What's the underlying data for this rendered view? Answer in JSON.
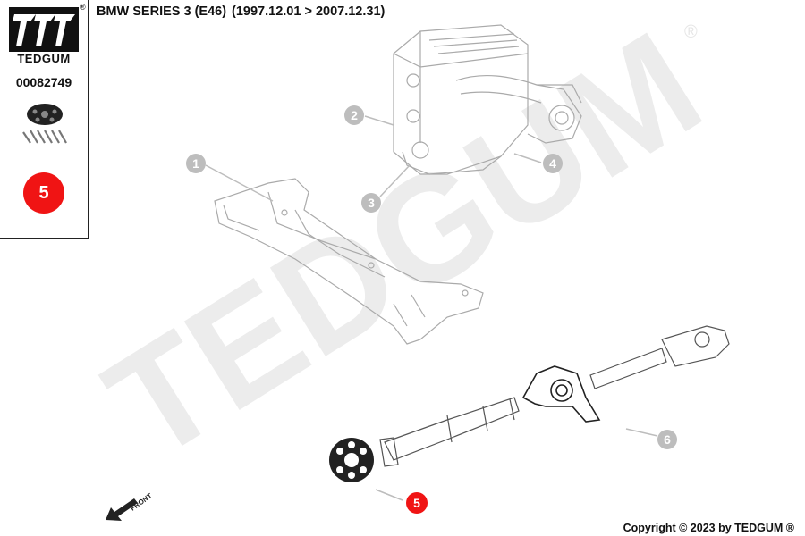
{
  "brand": {
    "name": "TEDGUM",
    "registered": "®"
  },
  "sidebar": {
    "part_number": "00082749",
    "position_badge": "5"
  },
  "header": {
    "vehicle": "BMW SERIES 3 (E46)",
    "period": "(1997.12.01 > 2007.12.31)"
  },
  "watermark": {
    "text": "TEDGUM",
    "registered": "®"
  },
  "callouts": [
    "1",
    "2",
    "3",
    "4",
    "5",
    "6"
  ],
  "front_label": "FRONT",
  "footer": {
    "copyright": "Copyright © 2023 by TEDGUM ®"
  },
  "colors": {
    "highlight": "#f01414",
    "callout_gray": "#bdbdbd",
    "line": "#333333"
  }
}
